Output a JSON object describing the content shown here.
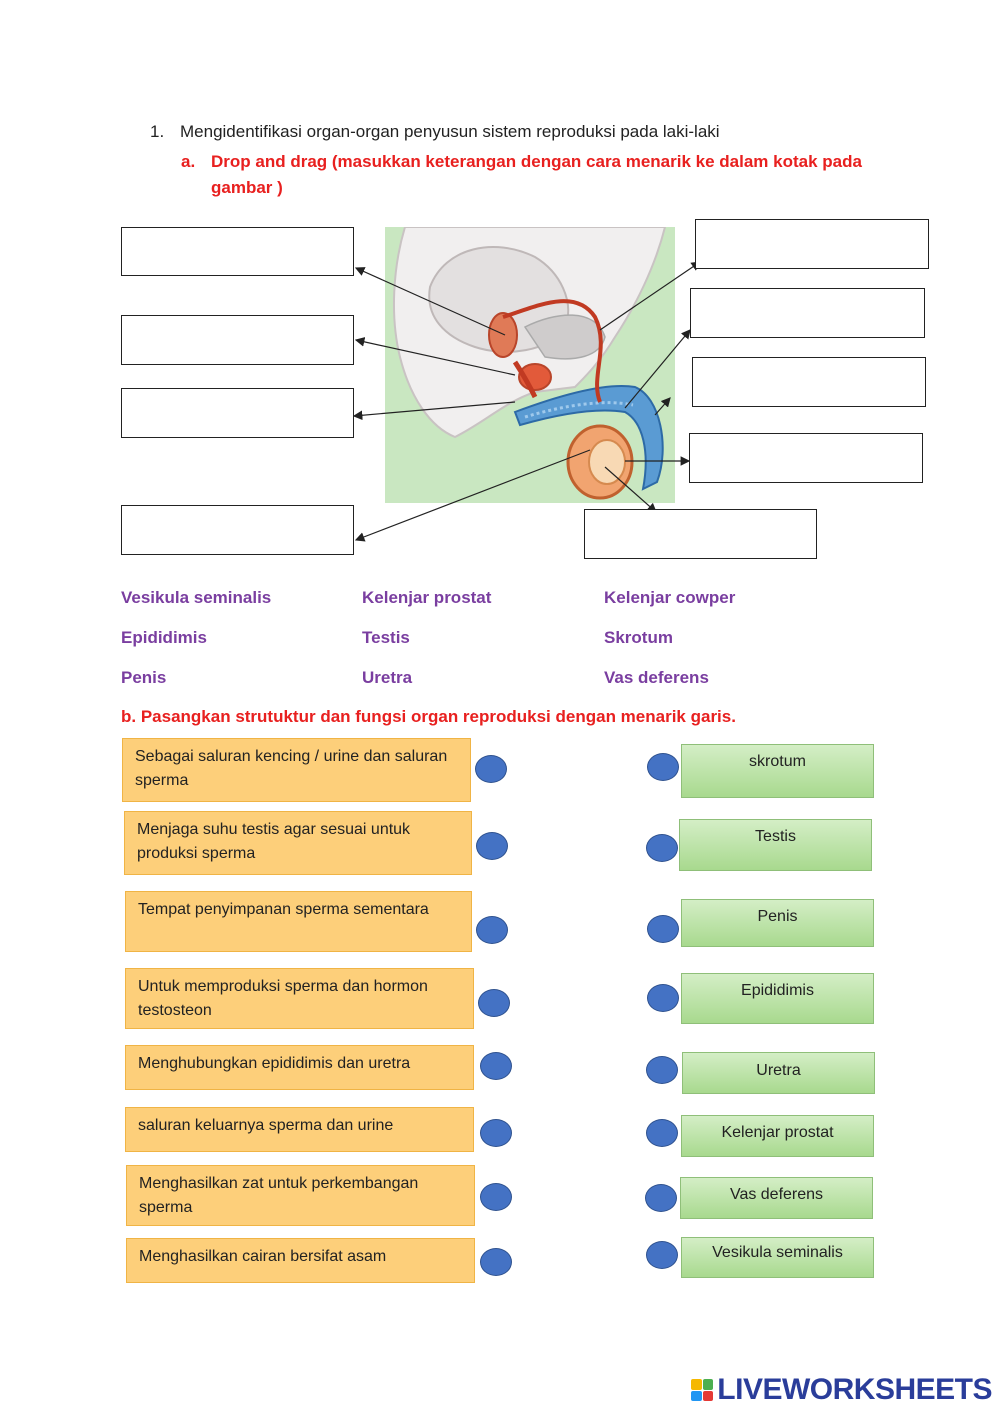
{
  "question": {
    "number": "1.",
    "title": "Mengidentifikasi organ-organ penyusun sistem reproduksi pada laki-laki"
  },
  "part_a": {
    "letter": "a.",
    "instruction_line1": "Drop and drag (masukkan keterangan dengan cara menarik ke dalam kotak pada",
    "instruction_line2": "gambar )"
  },
  "labels": [
    "Vesikula seminalis",
    "Kelenjar prostat",
    "Kelenjar cowper",
    "Epididimis",
    "Testis",
    "Skrotum",
    "Penis",
    "Uretra",
    "Vas deferens"
  ],
  "part_b": {
    "instruction": "b.  Pasangkan strutuktur dan fungsi organ reproduksi dengan menarik garis."
  },
  "functions": [
    "Sebagai saluran kencing / urine dan saluran sperma",
    "Menjaga suhu testis agar sesuai untuk produksi sperma",
    "Tempat penyimpanan sperma sementara",
    "Untuk memproduksi sperma dan hormon testosteon",
    "Menghubungkan epididimis dan uretra",
    "saluran keluarnya sperma dan urine",
    "Menghasilkan zat untuk perkembangan sperma",
    "Menghasilkan cairan bersifat asam"
  ],
  "organs": [
    "skrotum",
    "Testis",
    "Penis",
    "Epididimis",
    "Uretra",
    "Kelenjar prostat",
    "Vas deferens",
    "Vesikula seminalis"
  ],
  "footer": {
    "brand": "LIVEWORKSHEETS"
  },
  "colors": {
    "red_heading": "#e8201f",
    "purple_label": "#7a3ea0",
    "function_box": "#fdcf7a",
    "organ_box": "#a8d98e",
    "connector_dot": "#4472c4"
  }
}
